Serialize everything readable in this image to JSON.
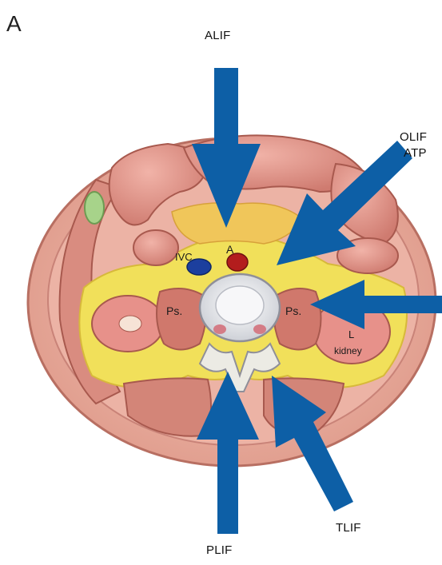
{
  "panel_letter": "A",
  "approaches": {
    "alif": "ALIF",
    "olif": "OLIF",
    "atp": "ATP",
    "tlif": "TLIF",
    "plif": "PLIF"
  },
  "anatomy": {
    "ivc": "IVC",
    "aorta": "A",
    "psoas_left": "Ps.",
    "psoas_right": "Ps.",
    "kidney_side": "L",
    "kidney": "kidney"
  },
  "colors": {
    "arrow": "#0d5fa6",
    "skin": "#e4a79a",
    "muscle": "#cf7f74",
    "fat": "#f1e05a",
    "bowel": "#e39a92",
    "vertebra": "#e9ecef",
    "ivc": "#1c3f9e",
    "aorta": "#b31d1d"
  }
}
